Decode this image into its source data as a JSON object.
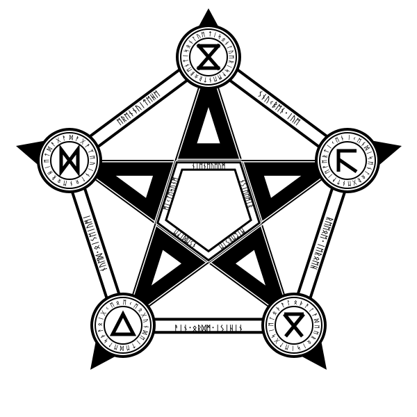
{
  "colors": {
    "ink": "#000000",
    "paper": "#ffffff"
  },
  "emblem": {
    "description_icon": "pentagram-rune-seal",
    "medallions": [
      {
        "name": "medallion-top",
        "rune_icon": "dagaz-hourglass-rune",
        "ring_text": "ᛏᛁᛋᛟᚾᛚᚢᛖᚱᛁᛋᚨᛗᛖᚾᛏᚱᛟᛒᛖᚾᛏᛁᛋᛟᚾᛚᚢᛖ"
      },
      {
        "name": "medallion-right",
        "rune_icon": "kaunan-angle-rune",
        "ring_text": "ᛁᚲᛖᚾᛞᛁᛋᛖᚾᛚᛟᚱᚷᛖᚾᛏᚨᛁᛖᚠᛖᚱᛏᛁᚲᛖᚾ"
      },
      {
        "name": "medallion-bottom-right",
        "rune_icon": "othala-crossed-rune",
        "ring_text": "ᛟᚦᚨᛚᚨᛞᛖᛖᚱᛟᛁᛋᛁᛖᛚᚷᛋᛁᛖᛚᛟᚦᚨᛚ"
      },
      {
        "name": "medallion-bottom-left",
        "rune_icon": "triangle-rune",
        "ring_text": "ᛖᚲᛖᛟᚷᚢᚾᛞᛖᛁᛏᛖᛞᛖᛚᛋᚦᚨᛟᛁᚷᚲᛖᛟ"
      },
      {
        "name": "medallion-left",
        "rune_icon": "bowtie-rune",
        "ring_text": "ᛞᚨᚷᚨᛉᛖᚢᛁᚾᛚᛟᚾᛖᛟᚱᚺᛁᛖᛏᛞᚨᚷᚨ"
      }
    ],
    "band_texts": {
      "outer_top_right": "ᛊᚾᚢᚲᛒᛖᚾ᛫ᛁᚢᛖ",
      "outer_top_left": "ᛖᚱᛖᚾᚾᚢᛁᛏᛖᚺᛖ",
      "outer_right": "ᚱᛖᛖᛟᛖ᛫ᛁᛖᚱᛟᛖᚺ",
      "outer_bottom": "ᚨᛁᚾ᛫ᛟᚱᛞᛗ᛫ᛁᛊᛁᚺᛁᚾ",
      "outer_left": "ᚾᚢᛖᛞ᛫ᛟᛁᛊᛖᛁᚢᛗᛁ",
      "inner_top": "ᚾᛁᛖᚾᛖᚢᛖᚢᛗ",
      "inner_right": "ᚾᛊᛁᛖᛖᛗᛁᚱ",
      "inner_bottom_right": "ᛗᛁᛈᛖᚱᛊᛁᛖ",
      "inner_bottom_left": "ᚾᛊᛖᛞᛁᚨᛖ",
      "inner_left": "ᛗᛁᚲᛚᛖᛋᚢᚾᛗ"
    }
  }
}
